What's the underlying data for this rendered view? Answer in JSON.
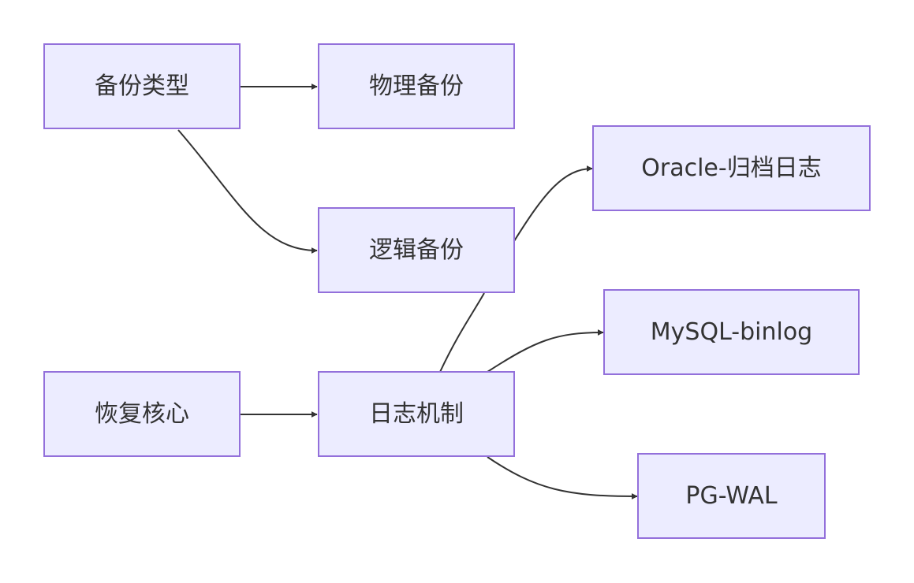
{
  "nodes": {
    "backup_types": {
      "label": "备份类型"
    },
    "physical_backup": {
      "label": "物理备份"
    },
    "logical_backup": {
      "label": "逻辑备份"
    },
    "oracle_archive_log": {
      "label": "Oracle-归档日志"
    },
    "mysql_binlog": {
      "label": "MySQL-binlog"
    },
    "recovery_core": {
      "label": "恢复核心"
    },
    "log_mechanism": {
      "label": "日志机制"
    },
    "pg_wal": {
      "label": "PG-WAL"
    }
  },
  "edges": [
    {
      "from": "backup_types",
      "to": "physical_backup"
    },
    {
      "from": "backup_types",
      "to": "logical_backup"
    },
    {
      "from": "recovery_core",
      "to": "log_mechanism"
    },
    {
      "from": "log_mechanism",
      "to": "oracle_archive_log"
    },
    {
      "from": "log_mechanism",
      "to": "mysql_binlog"
    },
    {
      "from": "log_mechanism",
      "to": "pg_wal"
    }
  ],
  "colors": {
    "node_fill": "#ececff",
    "node_stroke": "#9370db",
    "edge": "#333333",
    "text": "#333333"
  }
}
